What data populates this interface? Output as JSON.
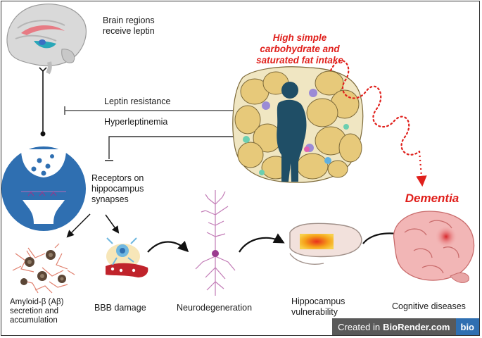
{
  "labels": {
    "brain_regions": "Brain regions\nreceive leptin",
    "high_intake": "High simple\ncarbohydrate and\nsaturated fat intake",
    "leptin_resistance": "Leptin resistance",
    "hyperleptinemia": "Hyperleptinemia",
    "receptors": "Receptors on\nhippocampus\nsynapses",
    "dementia": "Dementia",
    "amyloid": "Amyloid-β (Aβ)\nsecretion and\naccumulation",
    "bbb": "BBB damage",
    "neurodegeneration": "Neurodegeneration",
    "hippocampus": "Hippocampus\nvulnerability",
    "cognitive": "Cognitive diseases"
  },
  "watermark": {
    "prefix": "Created in",
    "brand": "BioRender.com",
    "logo": "bio"
  },
  "colors": {
    "accent_red": "#e0201c",
    "synapse_blue": "#2f6fb1",
    "adipocyte": "#e7c97a",
    "brain_pink": "#f2b6b6"
  }
}
